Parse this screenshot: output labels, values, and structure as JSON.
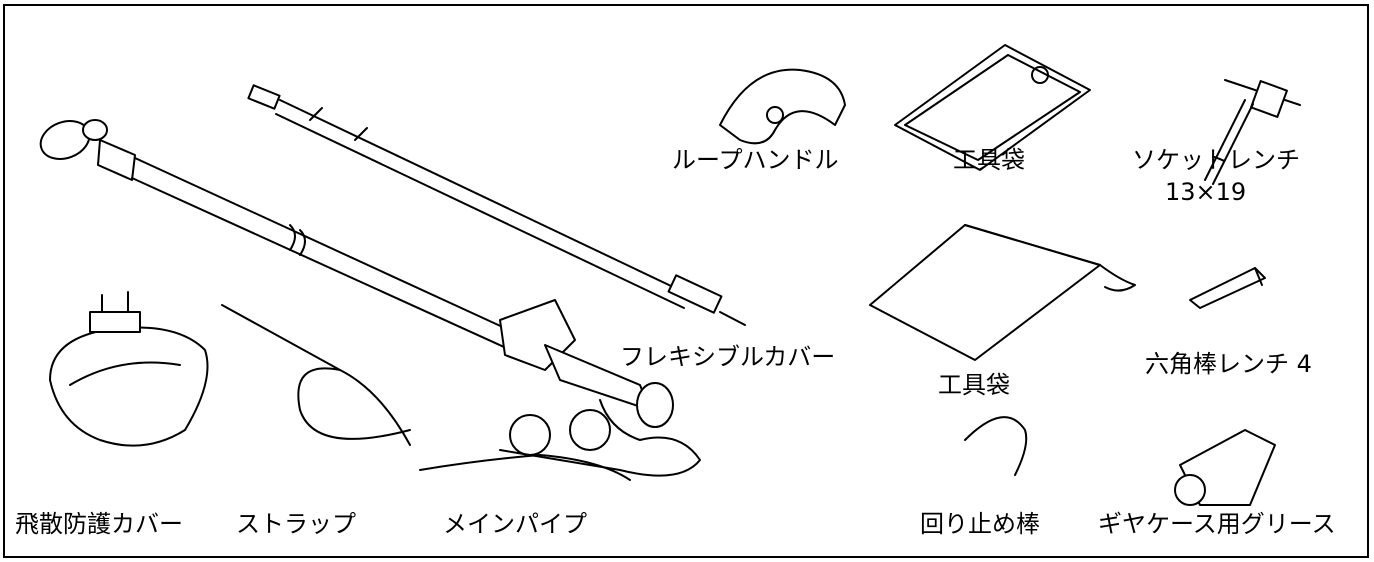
{
  "labels": {
    "loop_handle": "ループハンドル",
    "tool_bag_top": "工具袋",
    "socket_wrench_line1": "ソケットレンチ",
    "socket_wrench_line2": "13×19",
    "flexible_cover": "フレキシブルカバー",
    "tool_bag_bottom": "工具袋",
    "hex_wrench": "六角棒レンチ 4",
    "scatter_guard": "飛散防護カバー",
    "strap": "ストラップ",
    "main_pipe": "メインパイプ",
    "stopper_rod": "回り止め棒",
    "gear_case_grease": "ギヤケース用グリース"
  }
}
